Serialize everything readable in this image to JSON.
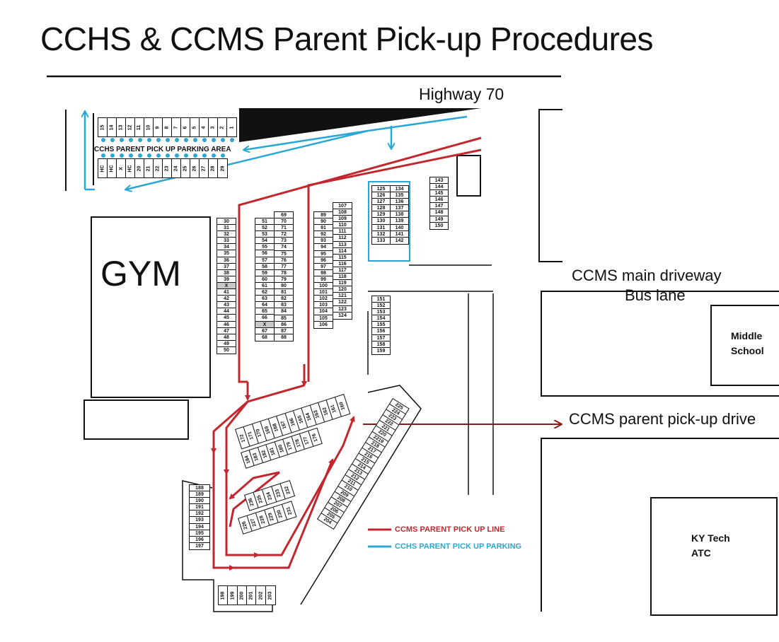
{
  "title": "CCHS & CCMS Parent Pick-up Procedures",
  "labels": {
    "highway": "Highway 70",
    "gym": "GYM",
    "cchs_parking_area": "CCHS PARENT PICK UP PARKING AREA",
    "ccms_main_driveway": "CCMS main driveway",
    "bus_lane": "Bus lane",
    "middle_school_1": "Middle",
    "middle_school_2": "School",
    "ccms_pickup_drive": "CCMS parent pick-up drive",
    "ky_tech_1": "KY Tech",
    "ky_tech_2": "ATC"
  },
  "legend": {
    "ccms_line": "CCMS PARENT PICK UP LINE",
    "cchs_parking": "CCHS PARENT PICK UP PARKING"
  },
  "colors": {
    "ccms_line": "#c1272d",
    "cchs_parking": "#2aa7d3",
    "pickup_drive_arrow": "#8b1a1a"
  },
  "parking": {
    "top_row": [
      "15",
      "14",
      "13",
      "12",
      "11",
      "10",
      "9",
      "8",
      "7",
      "6",
      "5",
      "4",
      "3",
      "2",
      "1"
    ],
    "bottom_row": [
      "HC",
      "HC",
      "X",
      "HC",
      "20",
      "21",
      "22",
      "23",
      "24",
      "25",
      "26",
      "27",
      "28",
      "29"
    ],
    "col_30_50": [
      "30",
      "31",
      "32",
      "33",
      "34",
      "35",
      "36",
      "37",
      "38",
      "39",
      "X",
      "41",
      "42",
      "43",
      "44",
      "45",
      "46",
      "47",
      "48",
      "49",
      "50"
    ],
    "col_51_68": [
      "51",
      "52",
      "53",
      "54",
      "55",
      "56",
      "57",
      "58",
      "59",
      "60",
      "61",
      "62",
      "63",
      "64",
      "65",
      "66",
      "X",
      "67",
      "68"
    ],
    "col_69_88": [
      "69",
      "70",
      "71",
      "72",
      "73",
      "74",
      "75",
      "76",
      "77",
      "78",
      "79",
      "80",
      "81",
      "82",
      "83",
      "84",
      "85",
      "86",
      "87",
      "88"
    ],
    "col_89_106": [
      "89",
      "90",
      "91",
      "92",
      "93",
      "94",
      "95",
      "96",
      "97",
      "98",
      "99",
      "100",
      "101",
      "102",
      "103",
      "104",
      "105",
      "106"
    ],
    "col_107_124": [
      "107",
      "108",
      "109",
      "110",
      "111",
      "112",
      "113",
      "114",
      "115",
      "116",
      "117",
      "118",
      "119",
      "120",
      "121",
      "122",
      "123",
      "124"
    ],
    "col_125_133": [
      "125",
      "126",
      "127",
      "128",
      "129",
      "130",
      "131",
      "132",
      "133"
    ],
    "col_134_142": [
      "134",
      "135",
      "136",
      "137",
      "138",
      "139",
      "140",
      "141",
      "142"
    ],
    "col_143_150": [
      "143",
      "144",
      "145",
      "146",
      "147",
      "148",
      "149",
      "150"
    ],
    "col_151_159": [
      "151",
      "152",
      "153",
      "154",
      "155",
      "156",
      "157",
      "158",
      "159"
    ],
    "row_160_172": [
      "172",
      "171",
      "170",
      "169",
      "168",
      "167",
      "166",
      "165",
      "164",
      "163",
      "162",
      "161",
      "160"
    ],
    "row_173_184": [
      "184",
      "183",
      "182",
      "181",
      "180",
      "179",
      "178",
      "177",
      "176"
    ],
    "row_226_232_a": [
      "236",
      "235",
      "234",
      "233",
      "232"
    ],
    "row_226_232_b": [
      "226",
      "227",
      "228",
      "229",
      "230",
      "231"
    ],
    "col_188_197": [
      "188",
      "189",
      "190",
      "191",
      "192",
      "193",
      "194",
      "195",
      "196",
      "197"
    ],
    "row_198_203": [
      "198",
      "199",
      "200",
      "201",
      "202",
      "203"
    ],
    "diag_204_225": [
      "225",
      "224",
      "223",
      "222",
      "221",
      "220",
      "2219",
      "218",
      "217",
      "216",
      "215",
      "214",
      "213",
      "212",
      "211",
      "210",
      "209",
      "208",
      "207",
      "206",
      "205",
      "204"
    ]
  }
}
